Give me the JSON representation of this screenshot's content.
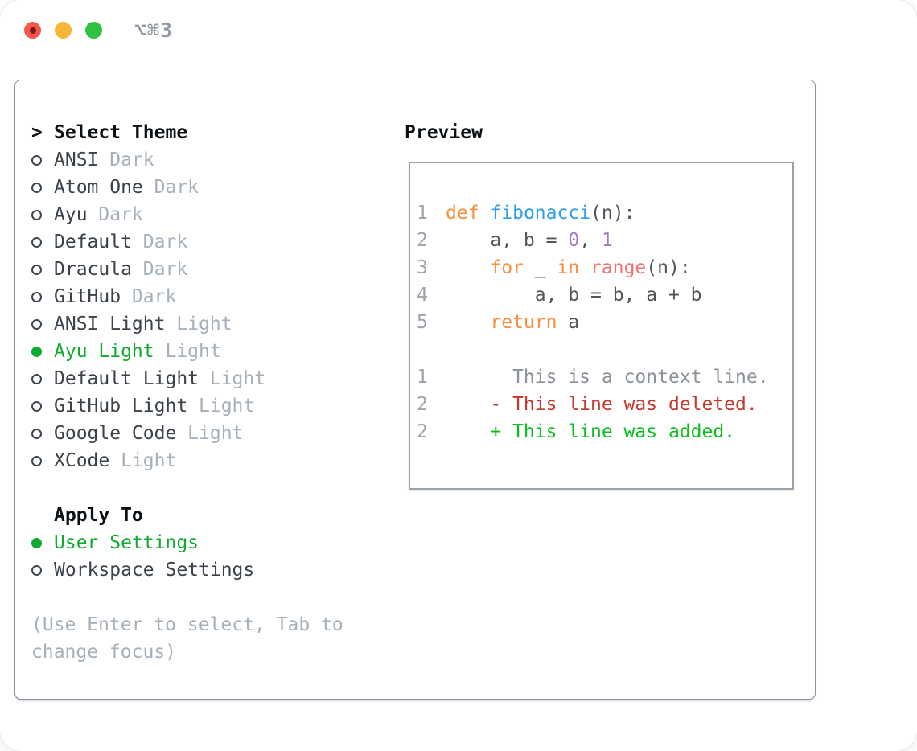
{
  "window": {
    "title": "⌥⌘3",
    "traffic_lights": [
      "close",
      "minimize",
      "zoom"
    ]
  },
  "colors": {
    "text_primary": "#3a4149",
    "text_header": "#0c1116",
    "text_muted": "#a6b0ba",
    "selected_green": "#0faa30",
    "circle_ring": "#3e4550",
    "panel_border": "#8a919b",
    "preview_border": "#9aa2ab",
    "titlebar_title": "#939aa3",
    "traffic_red": "#f2564d",
    "traffic_red_dot": "#7e1c15",
    "traffic_yellow": "#f7b638",
    "traffic_green": "#2fc142",
    "code_fg": "#51565c",
    "keyword": "#fa8d3e",
    "entity": "#2ba0e8",
    "constant": "#a37acc",
    "markup": "#f07171",
    "line_number": "#9da4ac",
    "diff_context": "#8a9199",
    "diff_removed": "#c3392b",
    "diff_added": "#0abf1c"
  },
  "theme_panel": {
    "header_prefix": ">",
    "header": "Select Theme",
    "items": [
      {
        "label": "ANSI",
        "variant": "Dark",
        "selected": false
      },
      {
        "label": "Atom One",
        "variant": "Dark",
        "selected": false
      },
      {
        "label": "Ayu",
        "variant": "Dark",
        "selected": false
      },
      {
        "label": "Default",
        "variant": "Dark",
        "selected": false
      },
      {
        "label": "Dracula",
        "variant": "Dark",
        "selected": false
      },
      {
        "label": "GitHub",
        "variant": "Dark",
        "selected": false
      },
      {
        "label": "ANSI Light",
        "variant": "Light",
        "selected": false
      },
      {
        "label": "Ayu Light",
        "variant": "Light",
        "selected": true
      },
      {
        "label": "Default Light",
        "variant": "Light",
        "selected": false
      },
      {
        "label": "GitHub Light",
        "variant": "Light",
        "selected": false
      },
      {
        "label": "Google Code",
        "variant": "Light",
        "selected": false
      },
      {
        "label": "XCode",
        "variant": "Light",
        "selected": false
      }
    ],
    "apply_to": {
      "header": "Apply To",
      "options": [
        {
          "label": "User Settings",
          "selected": true
        },
        {
          "label": "Workspace Settings",
          "selected": false
        }
      ]
    },
    "hint_lines": [
      "(Use Enter to select, Tab to",
      "change focus)"
    ]
  },
  "preview": {
    "header": "Preview",
    "lines": [
      {
        "num": "1",
        "tokens": [
          {
            "t": "def",
            "c": "keyword"
          },
          {
            "t": " ",
            "c": "code_fg"
          },
          {
            "t": "fibonacci",
            "c": "entity"
          },
          {
            "t": "(n):",
            "c": "code_fg"
          }
        ]
      },
      {
        "num": "2",
        "tokens": [
          {
            "t": "    a, b = ",
            "c": "code_fg"
          },
          {
            "t": "0",
            "c": "constant"
          },
          {
            "t": ", ",
            "c": "code_fg"
          },
          {
            "t": "1",
            "c": "constant"
          }
        ]
      },
      {
        "num": "3",
        "tokens": [
          {
            "t": "    ",
            "c": "code_fg"
          },
          {
            "t": "for",
            "c": "keyword"
          },
          {
            "t": " _ ",
            "c": "code_fg"
          },
          {
            "t": "in",
            "c": "keyword"
          },
          {
            "t": " ",
            "c": "code_fg"
          },
          {
            "t": "range",
            "c": "markup"
          },
          {
            "t": "(n):",
            "c": "code_fg"
          }
        ]
      },
      {
        "num": "4",
        "tokens": [
          {
            "t": "        a, b = b, a + b",
            "c": "code_fg"
          }
        ]
      },
      {
        "num": "5",
        "tokens": [
          {
            "t": "    ",
            "c": "code_fg"
          },
          {
            "t": "return",
            "c": "keyword"
          },
          {
            "t": " a",
            "c": "code_fg"
          }
        ]
      },
      {
        "num": "",
        "tokens": []
      },
      {
        "num": "1",
        "tokens": [
          {
            "t": "      This is a context line.",
            "c": "diff_context"
          }
        ]
      },
      {
        "num": "2",
        "tokens": [
          {
            "t": "    - This line was deleted.",
            "c": "diff_removed"
          }
        ]
      },
      {
        "num": "2",
        "tokens": [
          {
            "t": "    + This line was added.",
            "c": "diff_added"
          }
        ]
      }
    ]
  }
}
